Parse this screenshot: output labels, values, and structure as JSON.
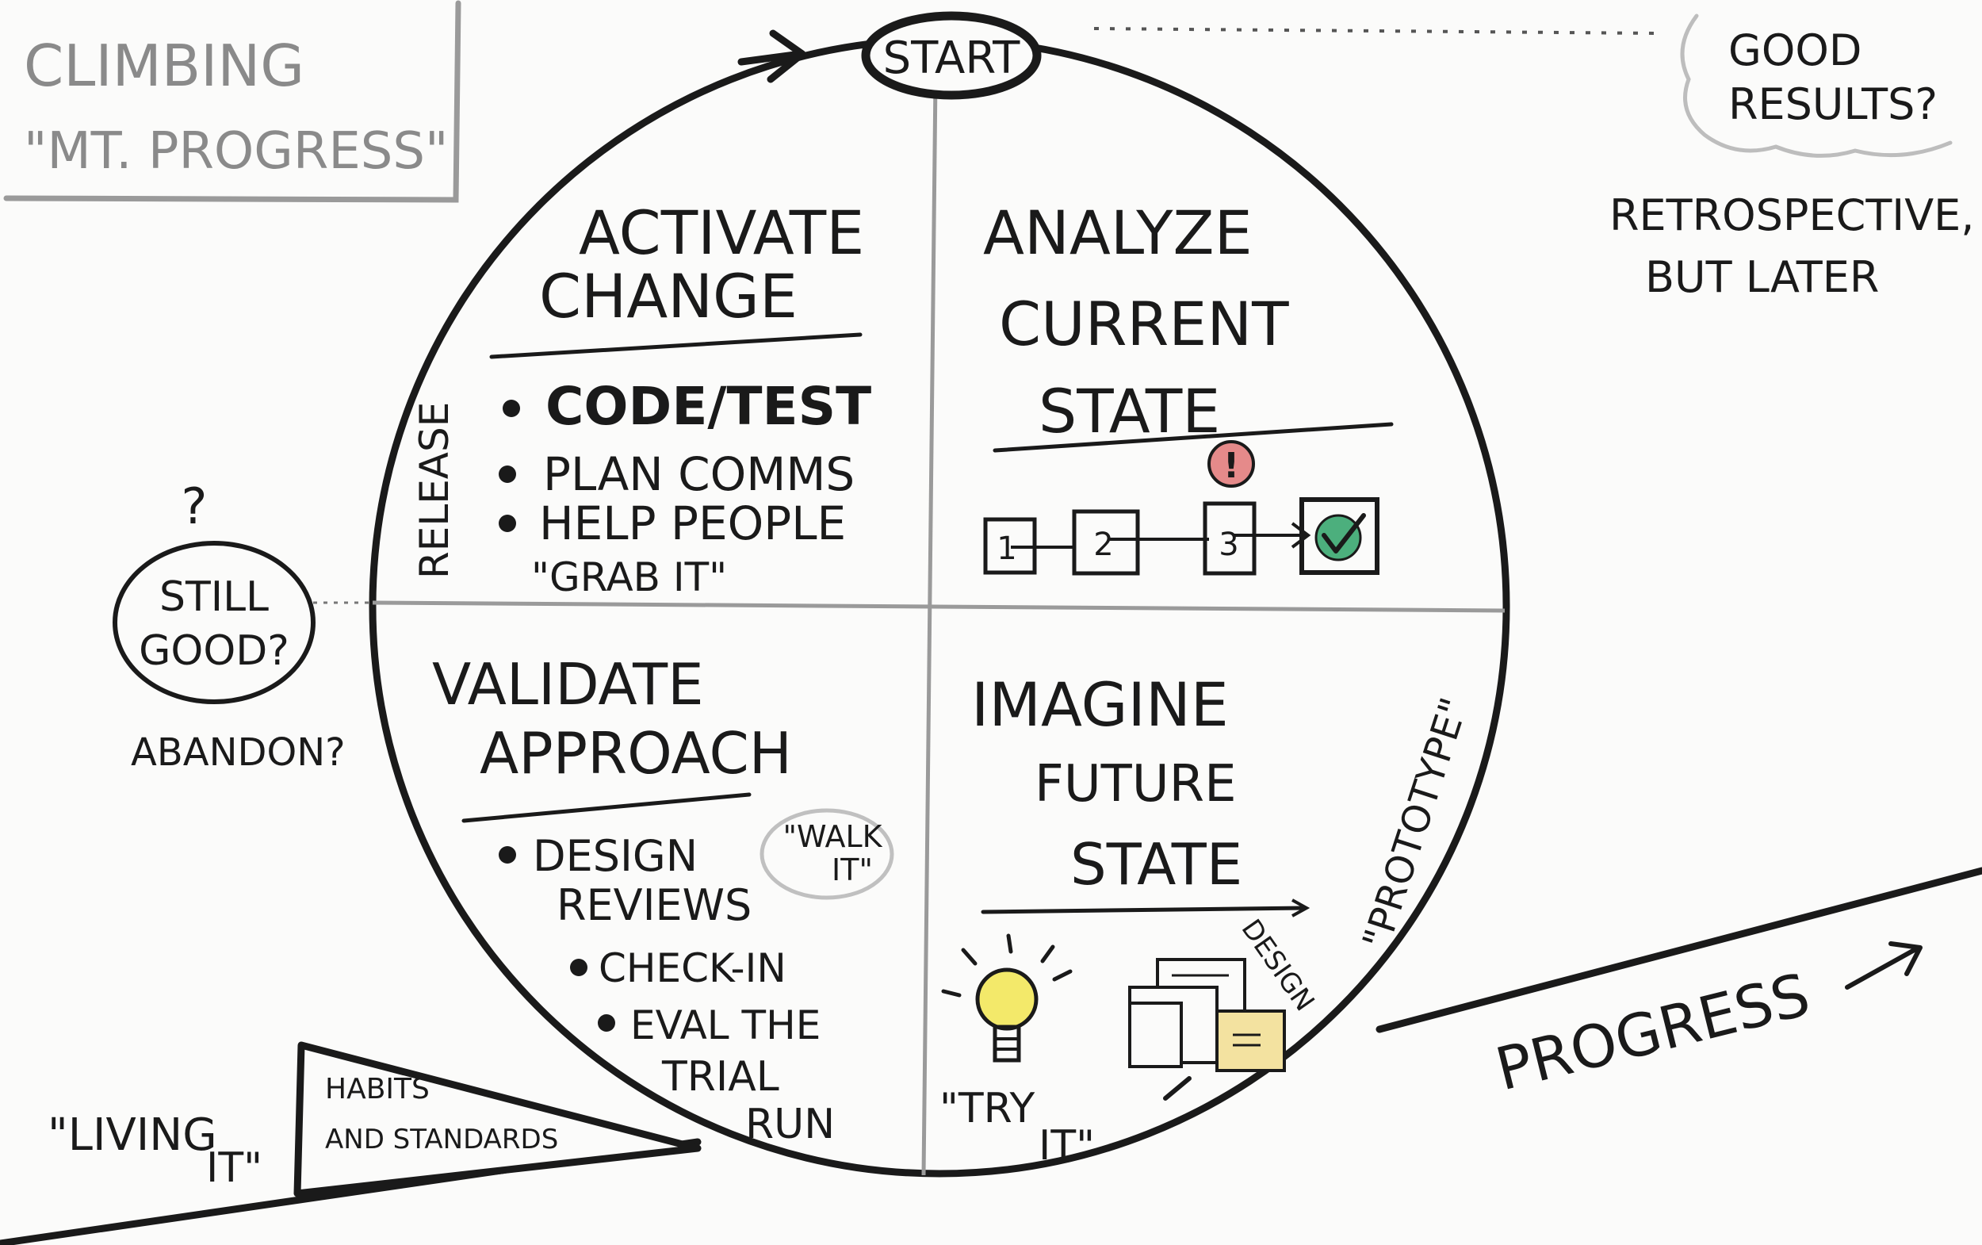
{
  "title_box": {
    "line1": "CLIMBING",
    "line2": "\"MT. PROGRESS\""
  },
  "start": "START",
  "good_results": {
    "line1": "GOOD",
    "line2": "RESULTS?"
  },
  "retrospective": {
    "line1": "RETROSPECTIVE,",
    "line2": "BUT LATER"
  },
  "left_note": {
    "question": "?",
    "still1": "STILL",
    "still2": "GOOD?",
    "abandon": "ABANDON?"
  },
  "quadrants": {
    "activate": {
      "title1": "ACTIVATE",
      "title2": "CHANGE",
      "items": [
        "CODE/TEST",
        "PLAN COMMS",
        "HELP PEOPLE",
        "\"GRAB IT\""
      ]
    },
    "analyze": {
      "title1": "ANALYZE",
      "title2": "CURRENT",
      "title3": "STATE",
      "steps": [
        "1",
        "2",
        "3"
      ],
      "alert": "!"
    },
    "validate": {
      "title1": "VALIDATE",
      "title2": "APPROACH",
      "items": [
        "DESIGN",
        "REVIEWS",
        "CHECK-IN",
        "EVAL THE",
        "TRIAL",
        "RUN"
      ],
      "walk1": "\"WALK",
      "walk2": "IT\""
    },
    "imagine": {
      "title1": "IMAGINE",
      "title2": "FUTURE",
      "title3": "STATE",
      "try1": "\"TRY",
      "try2": "IT\"",
      "design": "DESIGN"
    }
  },
  "side_labels": {
    "release": "RELEASE",
    "prototype": "\"PROTOTYPE\""
  },
  "living": {
    "line1": "\"LIVING",
    "line2": "IT\""
  },
  "habits": {
    "line1": "HABITS",
    "line2": "AND STANDARDS"
  },
  "progress": "PROGRESS",
  "colors": {
    "ink": "#1a1a1a",
    "pencil": "#9a9a9a",
    "alert": "#e58a8a",
    "check": "#4caf7d",
    "bulb": "#f3e96a",
    "note": "#f3e2a0"
  }
}
